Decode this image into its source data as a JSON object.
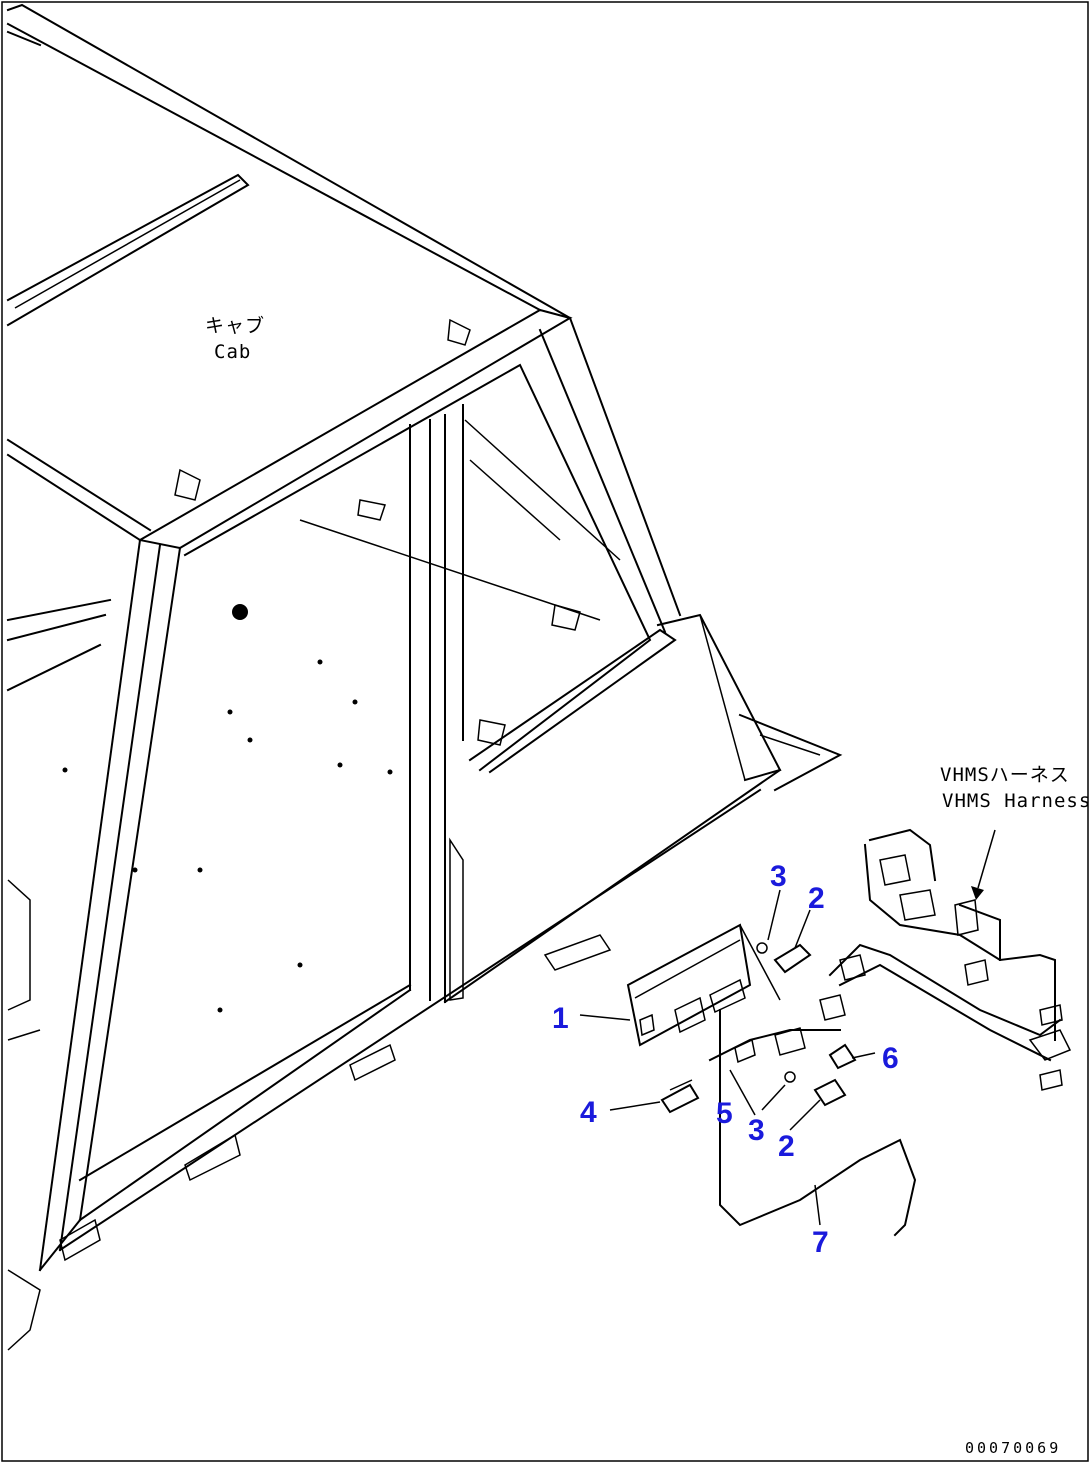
{
  "labels": {
    "cab_jp": "キャブ",
    "cab_en": "Cab",
    "harness_jp": "VHMSハーネス",
    "harness_en": "VHMS Harness"
  },
  "callouts": [
    "1",
    "2",
    "2",
    "3",
    "3",
    "4",
    "5",
    "6",
    "7"
  ],
  "drawing_code": "00070069",
  "colors": {
    "callout": "#1a1adc",
    "line": "#000000",
    "background": "#ffffff"
  }
}
